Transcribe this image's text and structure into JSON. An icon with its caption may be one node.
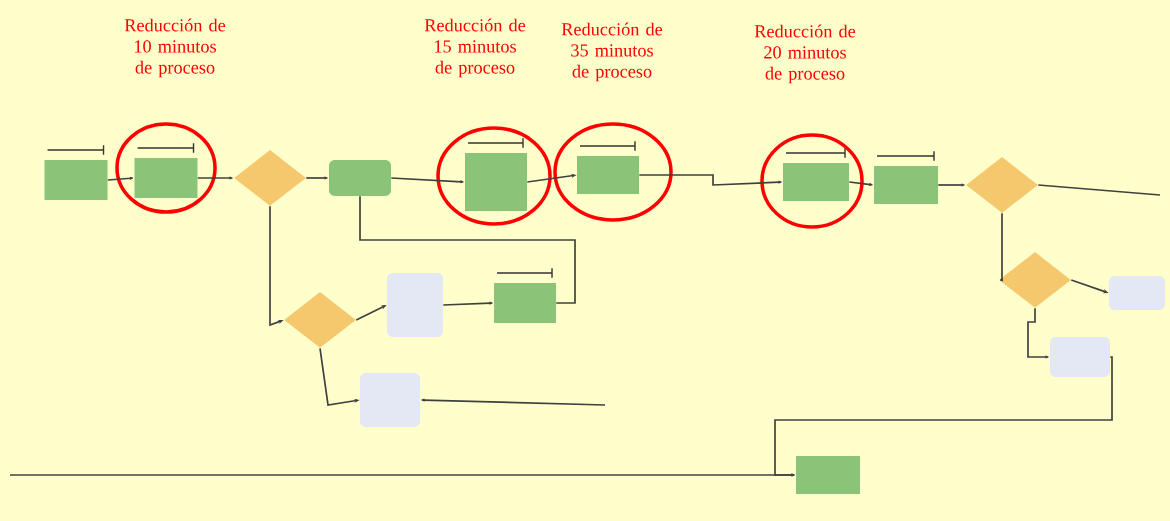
{
  "diagram": {
    "nodes": [
      {
        "text": [],
        "shape": "box"
      },
      {
        "text": [],
        "shape": "box"
      },
      {
        "text": [],
        "shape": "diamond"
      },
      {
        "text": [],
        "shape": "box"
      },
      {
        "text": [],
        "shape": "box"
      },
      {
        "text": [],
        "shape": "box"
      },
      {
        "text": [],
        "shape": "box"
      },
      {
        "text": [],
        "shape": "box"
      },
      {
        "text": [],
        "shape": "diamond"
      },
      {
        "text": [],
        "shape": "diamond"
      },
      {
        "text": [],
        "shape": "box"
      },
      {
        "text": [],
        "shape": "box"
      },
      {
        "text": [],
        "shape": "diamond"
      },
      {
        "text": [],
        "shape": "box"
      },
      {
        "text": [],
        "shape": "box"
      },
      {
        "text": [],
        "shape": "box"
      },
      {
        "text": [],
        "shape": "box"
      }
    ],
    "edges": [
      {
        "from": 0,
        "to": 1,
        "arrow": "to"
      },
      {
        "from": 1,
        "to": 2,
        "arrow": "to"
      },
      {
        "from": 2,
        "to": 3,
        "arrow": "to"
      },
      {
        "from": 3,
        "to": 4,
        "arrow": "to"
      },
      {
        "from": 4,
        "to": 5,
        "arrow": "to"
      },
      {
        "from": 5,
        "to": 6,
        "arrow": "to"
      },
      {
        "from": 6,
        "to": 7,
        "arrow": "to"
      },
      {
        "from": 7,
        "to": 8,
        "arrow": "to"
      },
      {
        "from": 8,
        "to": null,
        "arrow": "none"
      },
      {
        "from": 8,
        "to": 9,
        "arrow": "to"
      },
      {
        "from": 9,
        "to": 10,
        "arrow": "to"
      },
      {
        "from": 9,
        "to": 11,
        "arrow": "to"
      },
      {
        "from": 11,
        "to": 16,
        "arrow": "to"
      },
      {
        "from": null,
        "to": 16,
        "arrow": "to"
      },
      {
        "from": 2,
        "to": 12,
        "arrow": "to"
      },
      {
        "from": 12,
        "to": 13,
        "arrow": "to"
      },
      {
        "from": 13,
        "to": 14,
        "arrow": "to"
      },
      {
        "from": 14,
        "to": 3,
        "arrow": "none"
      },
      {
        "from": 12,
        "to": 15,
        "arrow": "to"
      },
      {
        "from": null,
        "to": 15,
        "arrow": "to"
      }
    ],
    "labels": [
      "Reducción de 10 minutos de proceso",
      "Reducción de 15 minutos de proceso",
      "Reducción de 35 minutos de proceso",
      "Reducción de 20 minutos de proceso"
    ]
  }
}
